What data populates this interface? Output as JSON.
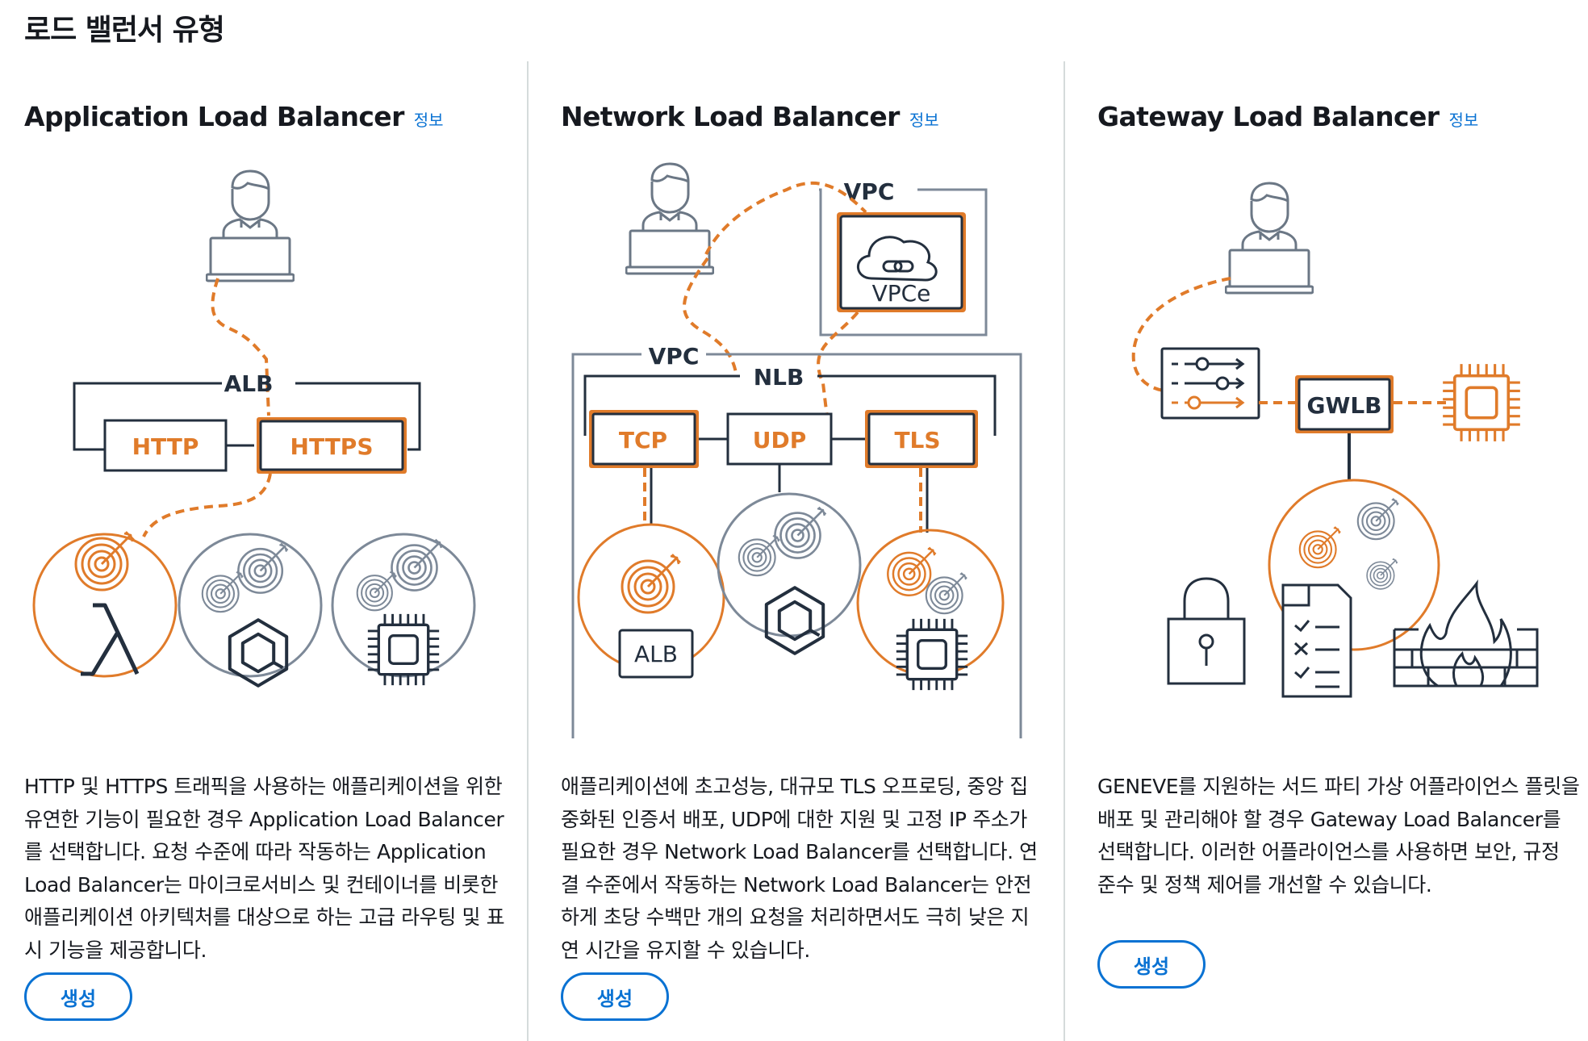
{
  "page": {
    "title": "로드 밸런서 유형"
  },
  "colors": {
    "accent": "#e07b2a",
    "link": "#0972d3",
    "line": "#232f3e",
    "gray": "#7d8998"
  },
  "cards": [
    {
      "title": "Application Load Balancer",
      "info": "정보",
      "diagram": {
        "alb": "ALB",
        "http": "HTTP",
        "https": "HTTPS"
      },
      "description": "HTTP 및 HTTPS 트래픽을 사용하는 애플리케이션을 위한 유연한 기능이 필요한 경우 Application Load Balancer를 선택합니다. 요청 수준에 따라 작동하는 Application Load Balancer는 마이크로서비스 및 컨테이너를 비롯한 애플리케이션 아키텍처를 대상으로 하는 고급 라우팅 및 표시 기능을 제공합니다.",
      "button": "생성"
    },
    {
      "title": "Network Load Balancer",
      "info": "정보",
      "diagram": {
        "vpc_top": "VPC",
        "vpce": "VPCe",
        "vpc": "VPC",
        "nlb": "NLB",
        "tcp": "TCP",
        "udp": "UDP",
        "tls": "TLS",
        "alb": "ALB"
      },
      "description": "애플리케이션에 초고성능, 대규모 TLS 오프로딩, 중앙 집중화된 인증서 배포, UDP에 대한 지원 및 고정 IP 주소가 필요한 경우 Network Load Balancer를 선택합니다. 연결 수준에서 작동하는 Network Load Balancer는 안전하게 초당 수백만 개의 요청을 처리하면서도 극히 낮은 지연 시간을 유지할 수 있습니다.",
      "button": "생성"
    },
    {
      "title": "Gateway Load Balancer",
      "info": "정보",
      "diagram": {
        "gwlb": "GWLB"
      },
      "description": "GENEVE를 지원하는 서드 파티 가상 어플라이언스 플릿을 배포 및 관리해야 할 경우 Gateway Load Balancer를 선택합니다. 이러한 어플라이언스를 사용하면 보안, 규정 준수 및 정책 제어를 개선할 수 있습니다.",
      "button": "생성"
    }
  ]
}
